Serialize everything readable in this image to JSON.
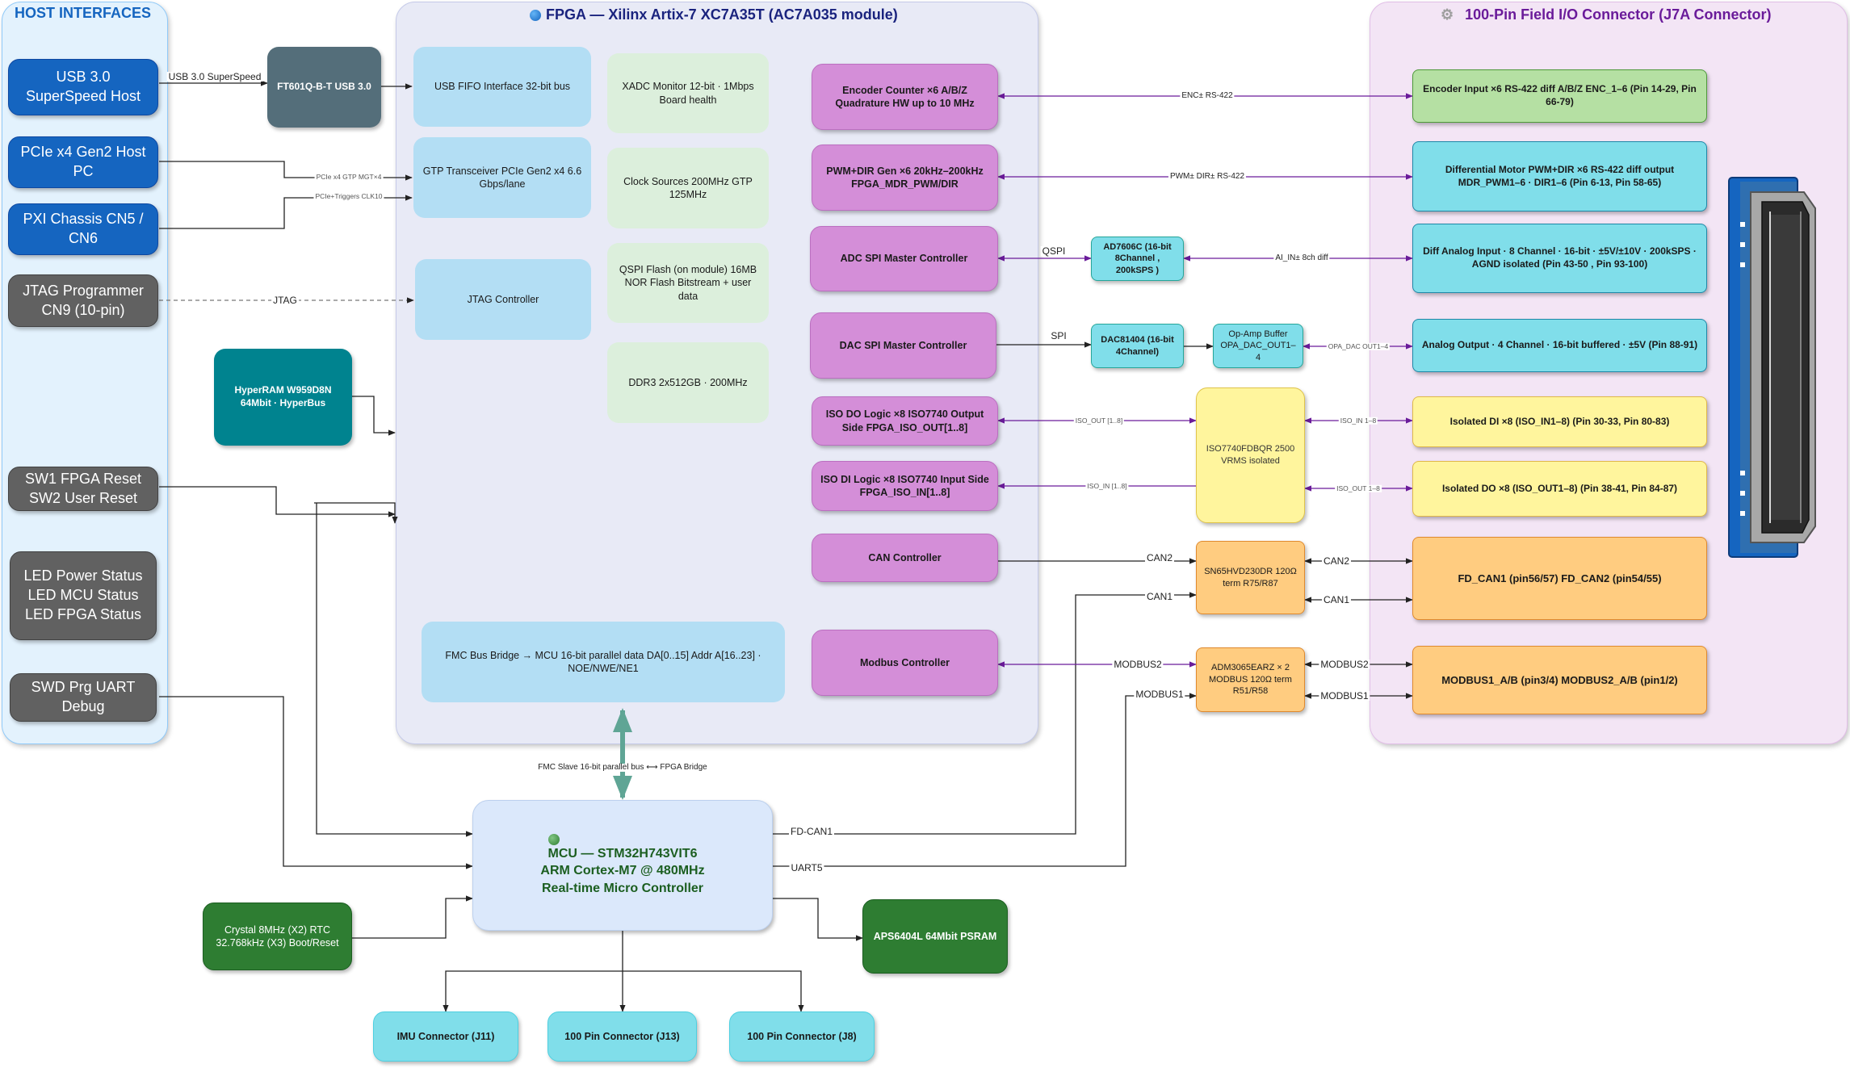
{
  "host": {
    "title": "HOST INTERFACES",
    "usb_host": "USB 3.0 SuperSpeed Host",
    "pcie_host": "PCIe x4 Gen2 Host PC",
    "pxi": "PXI Chassis CN5 / CN6",
    "jtag_prog": "JTAG Programmer CN9 (10-pin)",
    "reset": "SW1 FPGA Reset SW2 User Reset",
    "led": "LED Power Status LED MCU Status LED FPGA Status",
    "swd": "SWD Prg UART Debug"
  },
  "ft601": "FT601Q-B-T USB 3.0",
  "hyperram": "HyperRAM W959D8N 64Mbit · HyperBus",
  "fpga": {
    "title": "FPGA — Xilinx Artix-7 XC7A35T (AC7A035 module)",
    "usb_fifo": "USB FIFO Interface 32-bit bus",
    "gtp": "GTP Transceiver PCIe Gen2 x4 6.6 Gbps/lane",
    "jtag": "JTAG Controller",
    "xadc": "XADC Monitor 12-bit · 1Mbps Board health",
    "clock": "Clock Sources 200MHz GTP 125MHz",
    "qspi": "QSPI Flash (on module) 16MB NOR Flash Bitstream + user data",
    "ddr3": "DDR3 2x512GB · 200MHz",
    "encoder": "Encoder Counter ×6 A/B/Z Quadrature HW up to 10 MHz",
    "pwm": "PWM+DIR Gen ×6 20kHz–200kHz FPGA_MDR_PWM/DIR",
    "adc": "ADC SPI Master Controller",
    "dac": "DAC SPI Master Controller",
    "iso_do": "ISO DO Logic ×8 ISO7740 Output Side FPGA_ISO_OUT[1..8]",
    "iso_di": "ISO DI Logic ×8 ISO7740 Input Side FPGA_ISO_IN[1..8]",
    "can": "CAN Controller",
    "fmc": "FMC Bus Bridge → MCU 16-bit parallel data DA[0..15] Addr A[16..23] · NOE/NWE/NE1",
    "modbus": "Modbus Controller"
  },
  "mid": {
    "ad7606": "AD7606C (16-bit 8Channel , 200kSPS )",
    "dac81404": "DAC81404 (16-bit 4Channel)",
    "opamp": "Op-Amp Buffer OPA_DAC_OUT1–4",
    "iso7740": "ISO7740FDBQR 2500 VRMS isolated",
    "sn65": "SN65HVD230DR 120Ω term R75/R87",
    "adm3065": "ADM3065EARZ × 2 MODBUS 120Ω term R51/R58"
  },
  "field": {
    "title": "100-Pin Field I/O Connector (J7A Connector)",
    "encoder_in": "Encoder Input ×6 RS-422 diff A/B/Z ENC_1–6 (Pin 14-29, Pin 66-79)",
    "diff_pwm": "Differential Motor PWM+DIR ×6 RS-422 diff output MDR_PWM1–6 · DIR1–6 (Pin 6-13, Pin 58-65)",
    "diff_analog": "Diff Analog Input · 8 Channel · 16-bit · ±5V/±10V · 200kSPS · AGND isolated (Pin 43-50 , Pin 93-100)",
    "analog_out": "Analog Output · 4 Channel · 16-bit buffered · ±5V (Pin 88-91)",
    "iso_di": "Isolated DI ×8 (ISO_IN1–8) (Pin 30-33, Pin 80-83)",
    "iso_do": "Isolated DO ×8 (ISO_OUT1–8) (Pin 38-41, Pin 84-87)",
    "can": "FD_CAN1 (pin56/57) FD_CAN2 (pin54/55)",
    "modbus": "MODBUS1_A/B (pin3/4) MODBUS2_A/B (pin1/2)"
  },
  "mcu": {
    "line1": "MCU — STM32H743VIT6",
    "line2": "ARM Cortex-M7 @ 480MHz",
    "line3": "Real-time Micro Controller"
  },
  "crystal": "Crystal 8MHz (X2) RTC 32.768kHz (X3) Boot/Reset",
  "psram": "APS6404L 64Mbit PSRAM",
  "connectors": {
    "imu": "IMU Connector (J11)",
    "j13": "100 Pin Connector (J13)",
    "j8": "100 Pin Connector (J8)"
  },
  "labels": {
    "usb": "USB 3.0 SuperSpeed",
    "pcie": "PCIe x4 GTP MGT×4",
    "pxi": "PCIe+Triggers CLK10",
    "jtag": "JTAG",
    "enc": "ENC± RS-422",
    "pwm": "PWM± DIR± RS-422",
    "qspi": "QSPI",
    "ain": "AI_IN± 8ch diff",
    "spi": "SPI",
    "opa": "OPA_DAC OUT1–4",
    "iso_out": "ISO_OUT [1..8]",
    "iso_in": "ISO_IN [1..8]",
    "iso_in_r": "ISO_IN 1–8",
    "iso_out_r": "ISO_OUT 1–8",
    "can2": "CAN2",
    "can1": "CAN1",
    "modbus2": "MODBUS2",
    "modbus1": "MODBUS1",
    "fmc": "FMC Slave 16-bit parallel bus ⟷ FPGA Bridge",
    "fdcan1": "FD-CAN1",
    "uart5": "UART5"
  },
  "colors": {
    "host_panel": "#e3f2fd",
    "fpga_panel": "#e8eaf6",
    "field_panel": "#f3e5f5",
    "signal_purple": "#6a1b9a",
    "fmc_arrow": "#5fa595",
    "title_blue": "#1565c0",
    "title_purple": "#6a1b9a"
  },
  "icons": {
    "fpga_title": "blue-circle-icon",
    "field_title": "gear-icon",
    "mcu_title": "green-circle-icon",
    "connector": "dsub-connector-icon"
  }
}
